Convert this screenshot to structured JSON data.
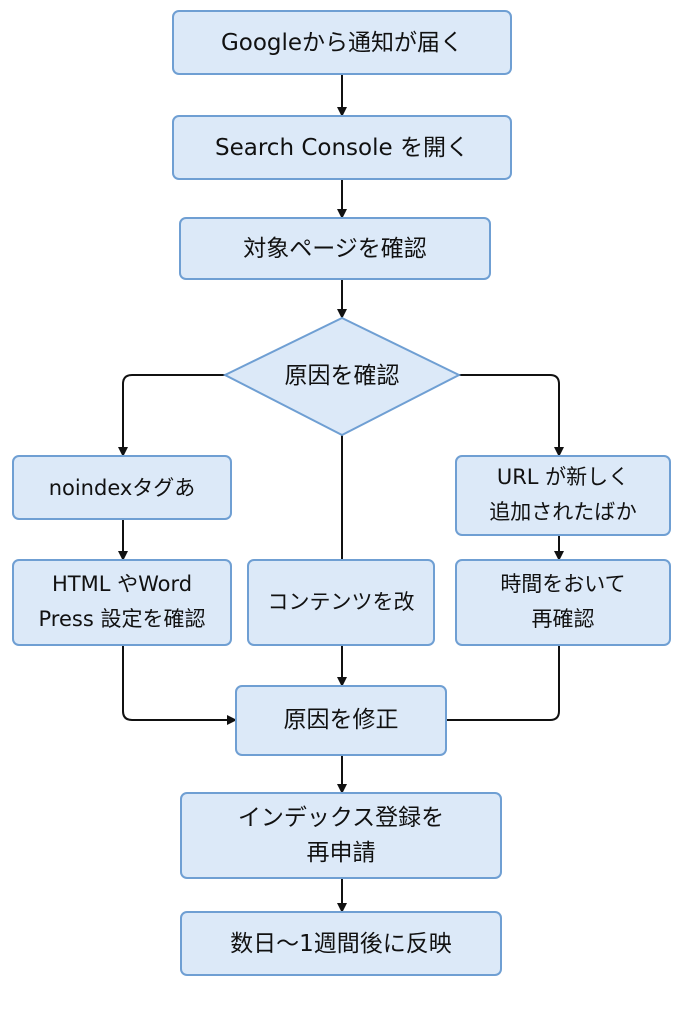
{
  "nodes": {
    "google_notice": "Googleから通知が届く",
    "open_console": "Search Console を開く",
    "check_page": "対象ページを確認",
    "check_cause": "原因を確認",
    "noindex_tag": "noindexタグあ",
    "html_wordpress": [
      "HTML やWord",
      "Press 設定を確認"
    ],
    "content_fix": "コンテンツを改",
    "url_new": [
      "URL が新しく",
      "追加されたばか"
    ],
    "wait_recheck": [
      "時間をおいて",
      "再確認"
    ],
    "fix_cause": "原因を修正",
    "request_index": [
      "インデックス登録を",
      "再申請"
    ],
    "reflect": "数日〜1週間後に反映"
  },
  "colors": {
    "box_fill": "#dce9f8",
    "box_border": "#6f9fd3",
    "arrow": "#111111"
  }
}
